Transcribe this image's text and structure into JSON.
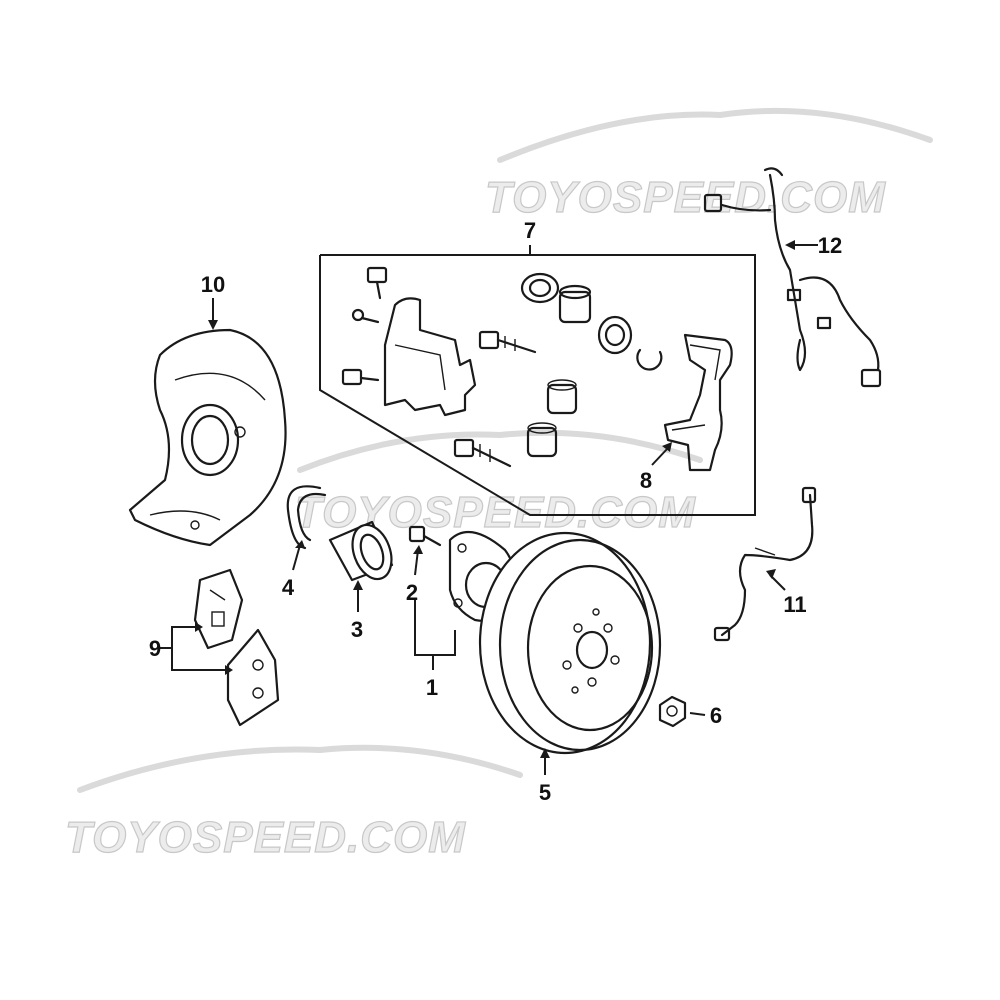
{
  "watermark": {
    "text": "TOYOSPEED.COM"
  },
  "callouts": {
    "c1": "1",
    "c2": "2",
    "c3": "3",
    "c4": "4",
    "c5": "5",
    "c6": "6",
    "c7": "7",
    "c8": "8",
    "c9": "9",
    "c10": "10",
    "c11": "11",
    "c12": "12"
  }
}
